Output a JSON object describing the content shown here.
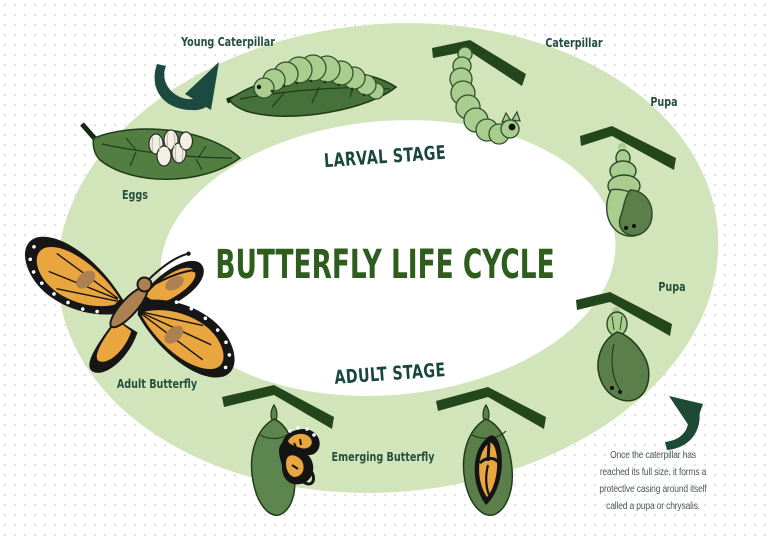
{
  "title": "BUTTERFLY LIFE CYCLE",
  "stages": {
    "larval": "LARVAL STAGE",
    "adult": "ADULT STAGE"
  },
  "labels": {
    "young_caterpillar": "Young Caterpillar",
    "caterpillar": "Caterpillar",
    "pupa_top": "Pupa",
    "pupa_right": "Pupa",
    "eggs": "Eggs",
    "adult_butterfly": "Adult Butterfly",
    "emerging_butterfly": "Emerging Butterfly"
  },
  "note": {
    "lines": [
      "Once the caterpillar has",
      "reached its full size, it forms a",
      "protective casing around itself",
      "called a pupa or chrysalis."
    ]
  },
  "icons": {
    "arrow_top_left": "curved-arrow-up-right-icon",
    "arrow_bottom_right": "curved-arrow-up-left-icon"
  },
  "colors": {
    "ring_light_green": "#d2e4ba",
    "title_green": "#2f5d1e",
    "stage_teal": "#1a473d",
    "label_green": "#24503c",
    "note_gray": "#4b585c",
    "branch_dark_green": "#24461d",
    "leaf_green": "#46713a",
    "caterpillar_green": "#a9cc8f",
    "pupa_dark_green": "#5a7f4b",
    "wing_orange": "#e9a53e",
    "butterfly_black": "#161616",
    "body_brown": "#ad8052",
    "egg_cream": "#f2efe3",
    "arrow_teal": "#1c4a41",
    "background_dots": "#e2e2e4"
  }
}
